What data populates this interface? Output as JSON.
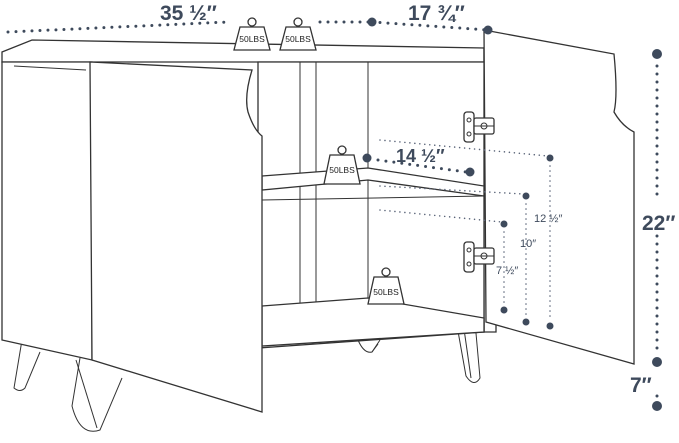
{
  "dimensions": {
    "width": "35 ½″",
    "depth": "17 ¾″",
    "height": "22″",
    "leg_height": "7″",
    "shelf_depth": "14 ½″",
    "interior_height_1": "12 ½″",
    "interior_height_2": "10″",
    "interior_height_3": "7 ½″"
  },
  "weight_capacity": {
    "top_left": "50LBS",
    "top_right": "50LBS",
    "shelf": "50LBS",
    "bottom": "50LBS"
  },
  "colors": {
    "dimension": "#3e4a5c",
    "outline": "#333333",
    "background": "#ffffff"
  }
}
